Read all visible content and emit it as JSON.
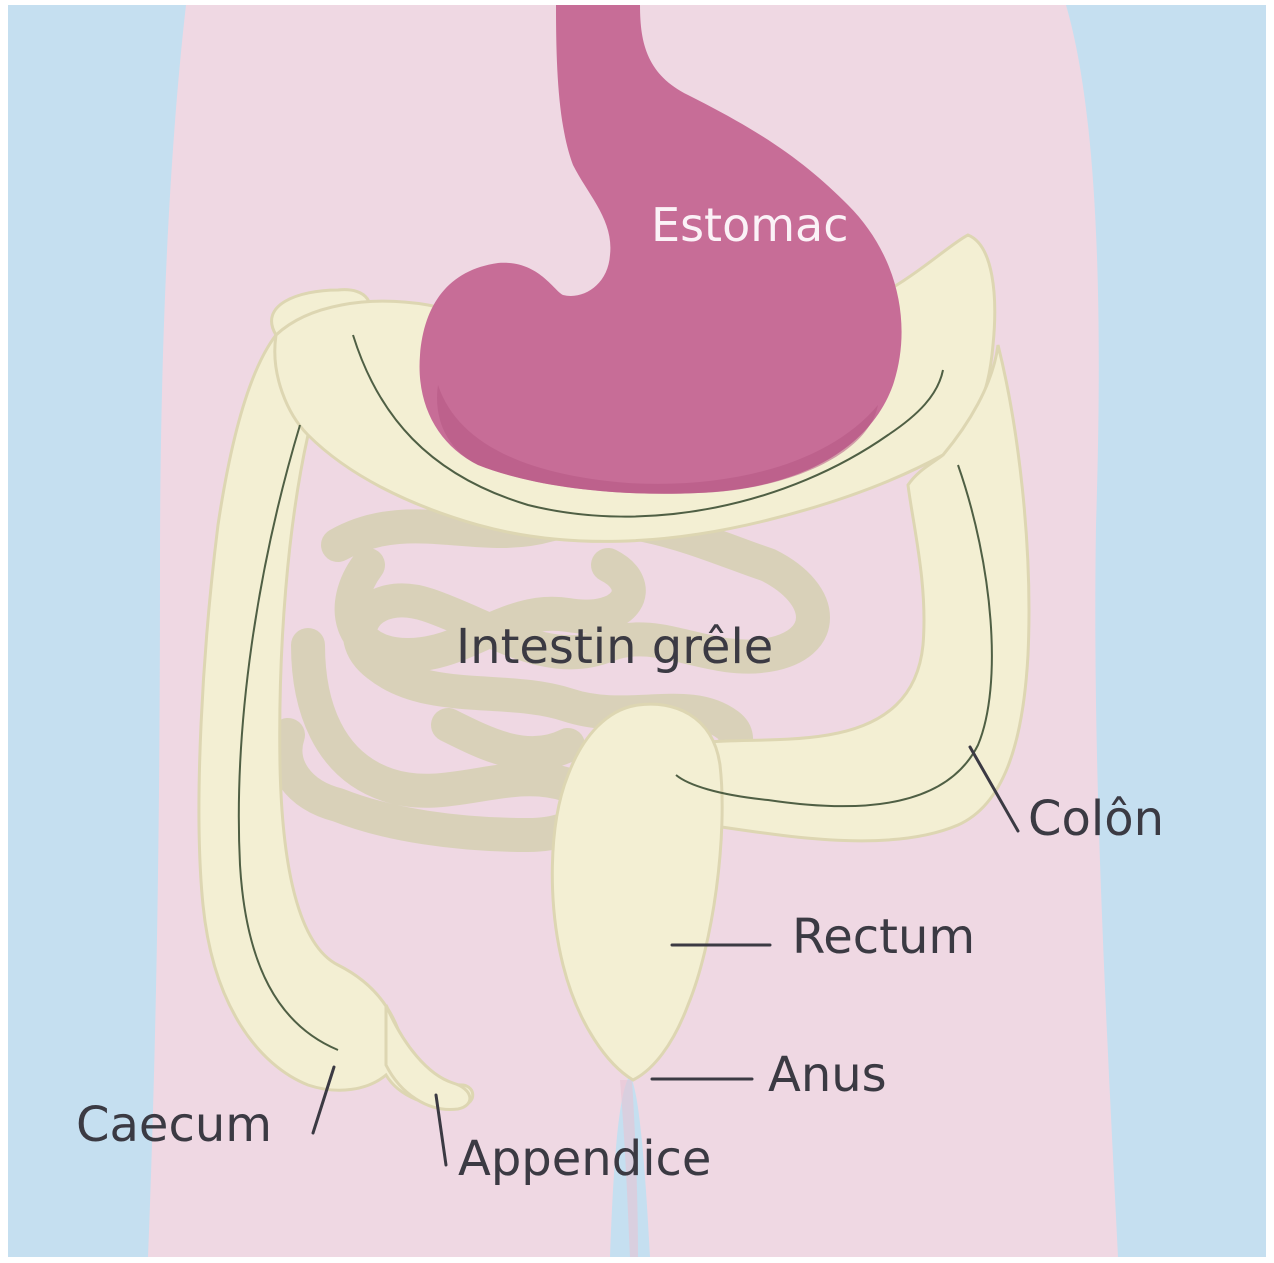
{
  "colors": {
    "background": "#c5dff0",
    "body": "#efd8e3",
    "body_shadow": "#e6c5d3",
    "stomach": "#c76d97",
    "stomach_dark": "#b55883",
    "colon": "#f3efd3",
    "colon_outline": "#ddd6b2",
    "colon_line": "#4f5f44",
    "small_intestine": "#d6d0b4",
    "label_text": "#3b3a43",
    "stomach_label": "#fbf2f7"
  },
  "labels": {
    "stomach": "Estomac",
    "small_intestine": "Intestin grêle",
    "colon": "Colôn",
    "rectum": "Rectum",
    "anus": "Anus",
    "caecum": "Caecum",
    "appendix": "Appendice"
  }
}
